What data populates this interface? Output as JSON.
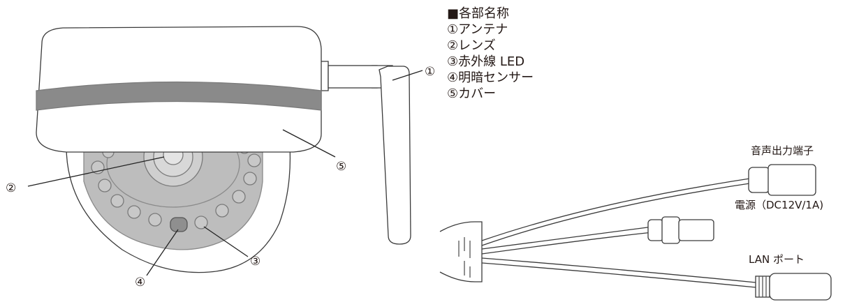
{
  "legend": {
    "heading": "■各部名称",
    "items": [
      "①アンテナ",
      "②レンズ",
      "③赤外線 LED",
      "④明暗センサー",
      "⑤カバー"
    ]
  },
  "callouts": {
    "antenna": "①",
    "lens": "②",
    "ir_led": "③",
    "light_sensor": "④",
    "cover": "⑤"
  },
  "cable_labels": {
    "audio_out": "音声出力端子",
    "power": "電源（DC12V/1A)",
    "lan": "LAN ポート"
  }
}
